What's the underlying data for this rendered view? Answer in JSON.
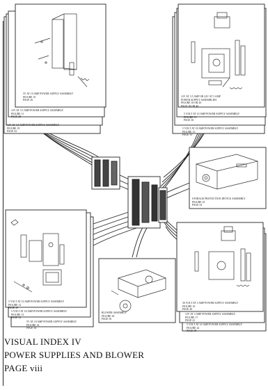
{
  "caption": {
    "line1": "VISUAL INDEX IV",
    "line2": "POWER SUPPLIES AND BLOWER",
    "line3": "PAGE viii"
  },
  "labels": {
    "top_left": {
      "title": "5V AT 10 AMP POWER SUPPLY ASSEMBLY",
      "figure": "FIGURE 10",
      "page": "PAGE 26"
    },
    "top_left_2": {
      "title": "12V AT 3.5 AMP POWER SUPPLY ASSEMBLY",
      "figure": "FIGURE 11",
      "page": "PAGE 28"
    },
    "top_left_3": {
      "title": "12V AT 3.5 AMP POWER SUPPLY ASSEMBLY",
      "figure": "FIGURE 19",
      "page": "PAGE 43"
    },
    "top_right": {
      "title": "12V AT 3.5 AMP OR 24V AT 3 AMP",
      "title2": "POWER SUPPLY ASSEMBLIES",
      "figure": "FIGURE 18 OR 20",
      "page": "PAGE 38 OR 46"
    },
    "top_right_2": {
      "title": "5 VOLT AT 10 AMP POWER SUPPLY ASSEMBLY",
      "figure": "FIGURE 13",
      "page": "PAGE 30"
    },
    "top_right_3": {
      "title": "5 VOLT AT 18 AMP POWER SUPPLY ASSEMBLY",
      "figure": "FIGURE 15",
      "page": "PAGE 33"
    },
    "storage": {
      "title": "STORAGE PROTECTION DEVICE ASSEMBLY",
      "figure": "FIGURE 25",
      "page": "PAGE 54"
    },
    "bottom_left": {
      "title": "5 VOLT AT 10 AMP POWER SUPPLY ASSEMBLY",
      "figure": "FIGURE 12",
      "page": "PAGE 29"
    },
    "bottom_left_2": {
      "title": "5 VOLT AT 18 AMP POWER SUPPLY ASSEMBLY",
      "figure": "FIGURE 13",
      "page": "PAGE 32"
    },
    "bottom_left_3": {
      "title": "5V AT 18 AMP POWER SUPPLY ASSEMBLY",
      "figure": "FIGURE 14",
      "page": "PAGE 34"
    },
    "blower": {
      "title": "BLOWER ASSEMBLY",
      "figure": "FIGURE 26",
      "page": "PAGE 56"
    },
    "bottom_right": {
      "title": "36 VOLT AT 3 AMP POWER SUPPLY ASSEMBLY",
      "figure": "FIGURE 16",
      "page": "PAGE 40"
    },
    "bottom_right_2": {
      "title": "12V AT 3 AMP POWER SUPPLY ASSEMBLY",
      "figure": "FIGURE 17",
      "page": "PAGE 41"
    },
    "bottom_right_3": {
      "title": "5 VOLT AT 10 AMP POWER SUPPLY ASSEMBLY",
      "figure": "FIGURE 22",
      "page": "PAGE 38"
    }
  }
}
